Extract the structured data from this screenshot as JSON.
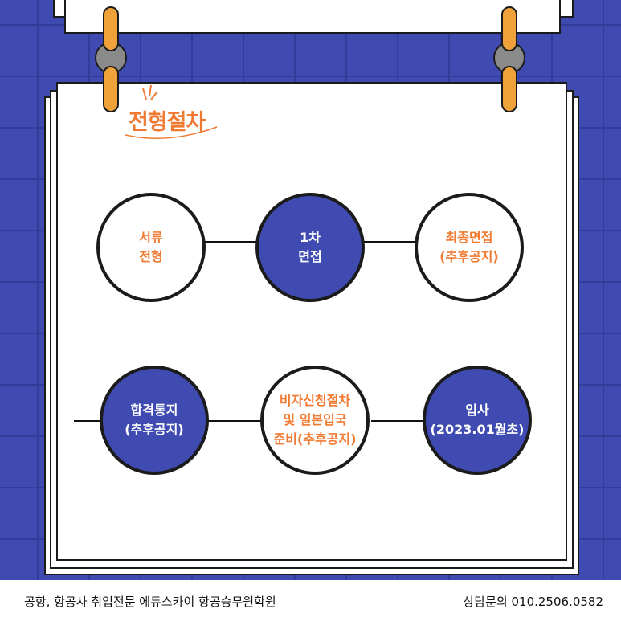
{
  "title": "전형절차",
  "steps": [
    {
      "label": "서류\n전형"
    },
    {
      "label": "1차\n면접"
    },
    {
      "label": "최종면접\n(추후공지)"
    },
    {
      "label": "합격통지\n(추후공지)"
    },
    {
      "label": "비자신청절차\n및 일본입국\n준비(추후공지)"
    },
    {
      "label": "입사\n(2023.01월초)"
    }
  ],
  "footer": {
    "left_text": "공항, 항공사 취업전문 에듀스카이 항공승무원학원",
    "right_text": "상담문의 010.2506.0582"
  }
}
